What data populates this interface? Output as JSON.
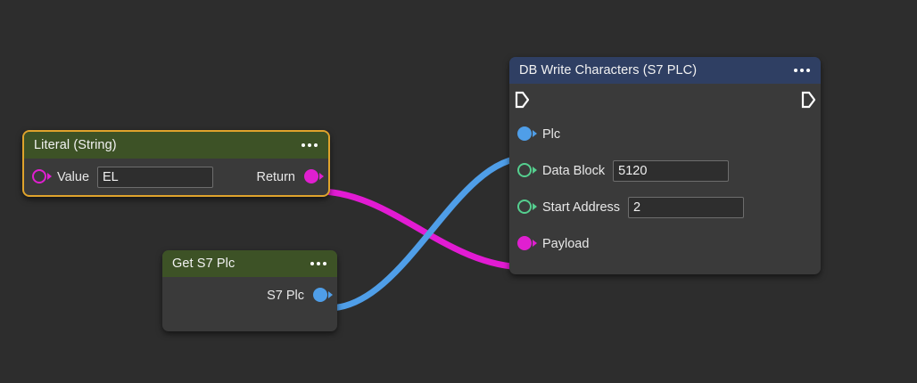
{
  "canvas": {
    "background_color": "#2d2d2d"
  },
  "colors": {
    "pin_exec": "#ffffff",
    "pin_object_blue": "#4f9ee8",
    "pin_number_green": "#55cf8f",
    "pin_string_magenta": "#e01fd0",
    "wire_blue": "#4f9ee8",
    "wire_magenta": "#e21bd3",
    "node_body": "#3a3a3a",
    "header_green": "#3d5226",
    "header_blue": "#2f3f63",
    "selection_border": "#dfa32c"
  },
  "nodes": {
    "literal": {
      "title": "Literal (String)",
      "menu_icon": "ellipsis-icon",
      "selected": true,
      "inputs": [
        {
          "label": "Value",
          "pin_kind": "hollow",
          "pin_color": "#e01fd0",
          "field_value": "EL",
          "field_placeholder": ""
        }
      ],
      "outputs": [
        {
          "label": "Return",
          "pin_kind": "filled",
          "pin_color": "#e01fd0"
        }
      ]
    },
    "get_s7_plc": {
      "title": "Get S7 Plc",
      "menu_icon": "ellipsis-icon",
      "selected": false,
      "outputs": [
        {
          "label": "S7 Plc",
          "pin_kind": "filled",
          "pin_color": "#4f9ee8"
        }
      ]
    },
    "db_write": {
      "title": "DB Write Characters (S7 PLC)",
      "menu_icon": "ellipsis-icon",
      "selected": false,
      "exec_in": "exec-in-arrow-icon",
      "exec_out": "exec-out-arrow-icon",
      "inputs": [
        {
          "label": "Plc",
          "pin_kind": "filled",
          "pin_color": "#4f9ee8",
          "field_value": null
        },
        {
          "label": "Data Block",
          "pin_kind": "hollow",
          "pin_color": "#55cf8f",
          "field_value": "5120",
          "field_width": 130
        },
        {
          "label": "Start Address",
          "pin_kind": "hollow",
          "pin_color": "#55cf8f",
          "field_value": "2",
          "field_width": 130
        },
        {
          "label": "Payload",
          "pin_kind": "filled",
          "pin_color": "#e01fd0",
          "field_value": null
        }
      ]
    }
  },
  "wires": [
    {
      "name": "literal-return-to-payload",
      "from": "literal.Return",
      "to": "db_write.Payload",
      "color": "#e21bd3"
    },
    {
      "name": "s7plc-to-plc",
      "from": "get_s7_plc.S7 Plc",
      "to": "db_write.Plc",
      "color": "#4f9ee8"
    }
  ]
}
